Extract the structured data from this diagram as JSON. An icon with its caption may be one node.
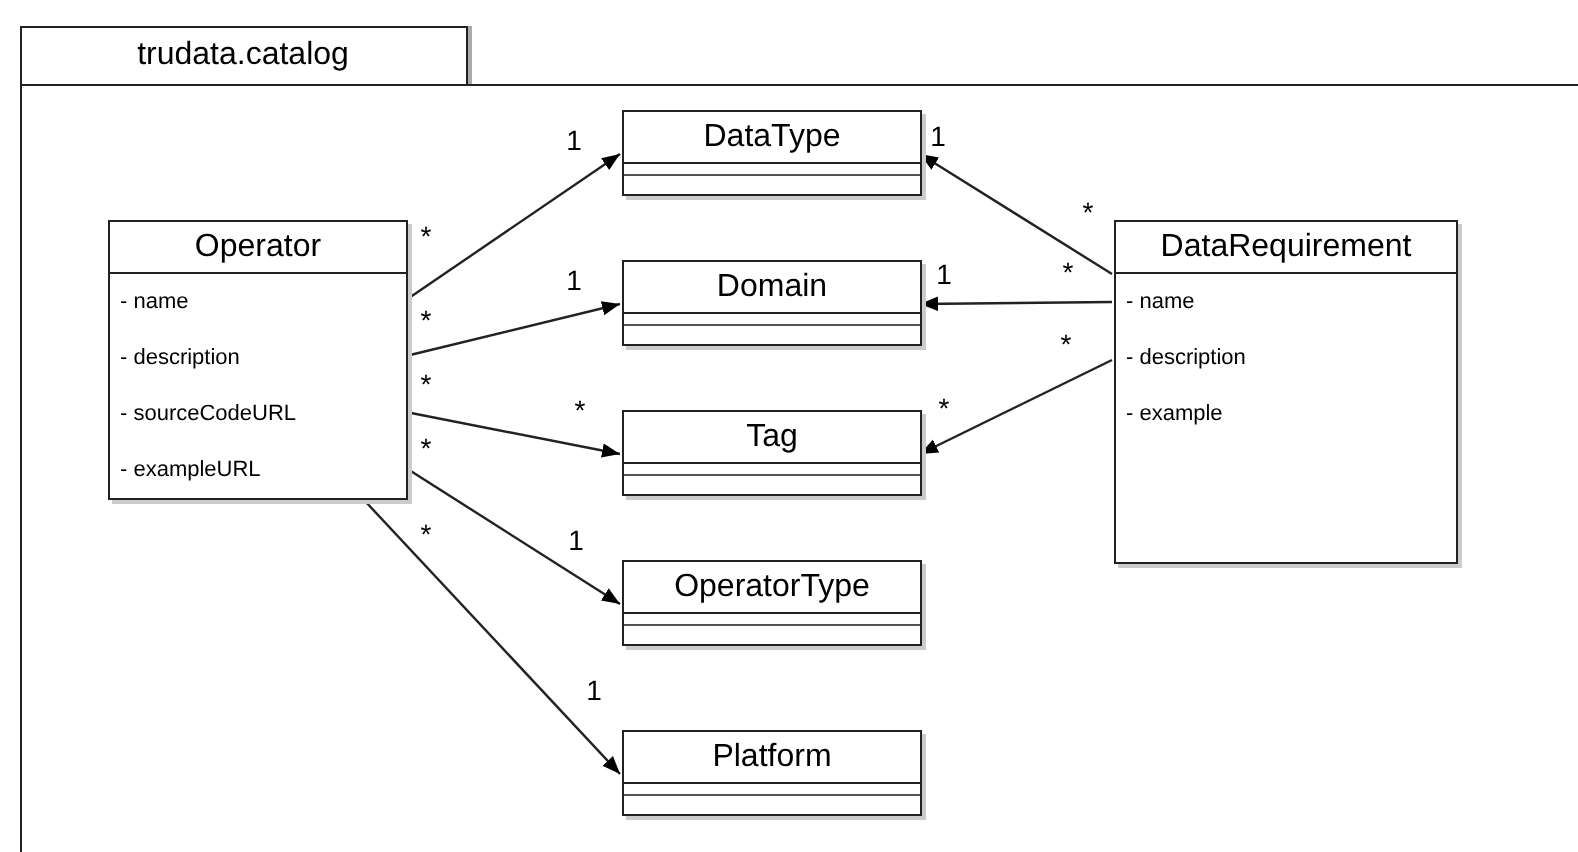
{
  "diagram": {
    "nodes": [
      {
        "text": [
          "trudata.catalog"
        ]
      },
      {
        "text": [
          "Operator",
          "- name",
          "- description",
          "- sourceCodeURL",
          "- exampleURL"
        ],
        "in": 0
      },
      {
        "text": [
          "DataType"
        ],
        "in": 0
      },
      {
        "text": [
          "Domain"
        ],
        "in": 0
      },
      {
        "text": [
          "Tag"
        ],
        "in": 0
      },
      {
        "text": [
          "OperatorType"
        ],
        "in": 0
      },
      {
        "text": [
          "Platform"
        ],
        "in": 0
      },
      {
        "text": [
          "DataRequirement",
          "- name",
          "- description",
          "- example"
        ],
        "in": 0
      }
    ],
    "edges": [
      {
        "from": 1,
        "to": 2,
        "arrow": "to"
      },
      {
        "from": 1,
        "to": 3,
        "arrow": "to"
      },
      {
        "from": 1,
        "to": 4,
        "arrow": "to"
      },
      {
        "from": 1,
        "to": 5,
        "arrow": "to"
      },
      {
        "from": 1,
        "to": 6,
        "arrow": "to"
      },
      {
        "from": 7,
        "to": 2,
        "arrow": "to"
      },
      {
        "from": 7,
        "to": 3,
        "arrow": "to"
      },
      {
        "from": 7,
        "to": 4,
        "arrow": "to"
      }
    ],
    "labels": [
      "1",
      "1",
      "*",
      "*",
      "*",
      "1",
      "1",
      "*",
      "*",
      "*",
      "*",
      "*",
      "*",
      "*",
      "1",
      "1"
    ]
  }
}
